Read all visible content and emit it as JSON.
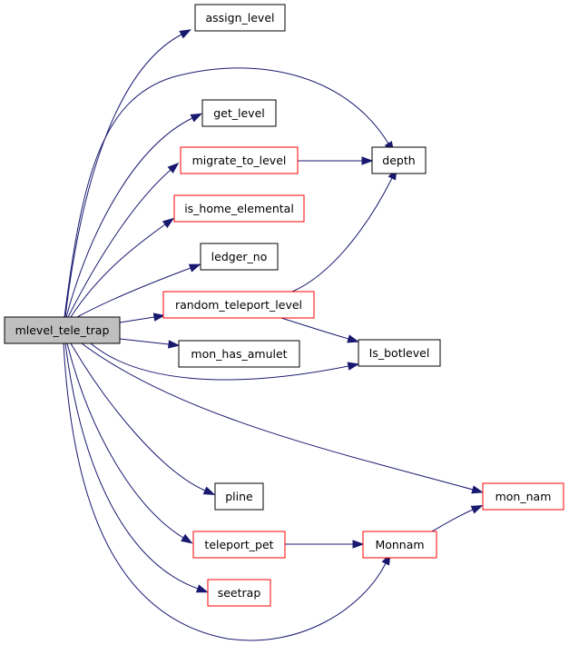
{
  "colors": {
    "root_fill": "#bfbfbf",
    "node_fill": "#ffffff",
    "border_plain": "#000000",
    "border_link": "#ff0000",
    "edge": "#191970"
  },
  "nodes": [
    {
      "id": "mlevel_tele_trap",
      "label": "mlevel_tele_trap",
      "style": "root"
    },
    {
      "id": "assign_level",
      "label": "assign_level",
      "style": "plain"
    },
    {
      "id": "depth",
      "label": "depth",
      "style": "plain"
    },
    {
      "id": "get_level",
      "label": "get_level",
      "style": "plain"
    },
    {
      "id": "migrate_to_level",
      "label": "migrate_to_level",
      "style": "link"
    },
    {
      "id": "is_home_elemental",
      "label": "is_home_elemental",
      "style": "link"
    },
    {
      "id": "ledger_no",
      "label": "ledger_no",
      "style": "plain"
    },
    {
      "id": "random_teleport_level",
      "label": "random_teleport_level",
      "style": "link"
    },
    {
      "id": "mon_has_amulet",
      "label": "mon_has_amulet",
      "style": "plain"
    },
    {
      "id": "Is_botlevel",
      "label": "Is_botlevel",
      "style": "plain"
    },
    {
      "id": "mon_nam",
      "label": "mon_nam",
      "style": "link"
    },
    {
      "id": "pline",
      "label": "pline",
      "style": "plain"
    },
    {
      "id": "teleport_pet",
      "label": "teleport_pet",
      "style": "link"
    },
    {
      "id": "Monnam",
      "label": "Monnam",
      "style": "link"
    },
    {
      "id": "seetrap",
      "label": "seetrap",
      "style": "link"
    }
  ],
  "edges": [
    {
      "from": "mlevel_tele_trap",
      "to": "assign_level"
    },
    {
      "from": "mlevel_tele_trap",
      "to": "depth"
    },
    {
      "from": "mlevel_tele_trap",
      "to": "get_level"
    },
    {
      "from": "mlevel_tele_trap",
      "to": "migrate_to_level"
    },
    {
      "from": "mlevel_tele_trap",
      "to": "is_home_elemental"
    },
    {
      "from": "mlevel_tele_trap",
      "to": "ledger_no"
    },
    {
      "from": "mlevel_tele_trap",
      "to": "random_teleport_level"
    },
    {
      "from": "mlevel_tele_trap",
      "to": "mon_has_amulet"
    },
    {
      "from": "mlevel_tele_trap",
      "to": "Is_botlevel"
    },
    {
      "from": "mlevel_tele_trap",
      "to": "mon_nam"
    },
    {
      "from": "mlevel_tele_trap",
      "to": "pline"
    },
    {
      "from": "mlevel_tele_trap",
      "to": "teleport_pet"
    },
    {
      "from": "mlevel_tele_trap",
      "to": "seetrap"
    },
    {
      "from": "mlevel_tele_trap",
      "to": "Monnam"
    },
    {
      "from": "migrate_to_level",
      "to": "depth"
    },
    {
      "from": "random_teleport_level",
      "to": "depth"
    },
    {
      "from": "random_teleport_level",
      "to": "Is_botlevel"
    },
    {
      "from": "teleport_pet",
      "to": "Monnam"
    },
    {
      "from": "Monnam",
      "to": "mon_nam"
    }
  ]
}
